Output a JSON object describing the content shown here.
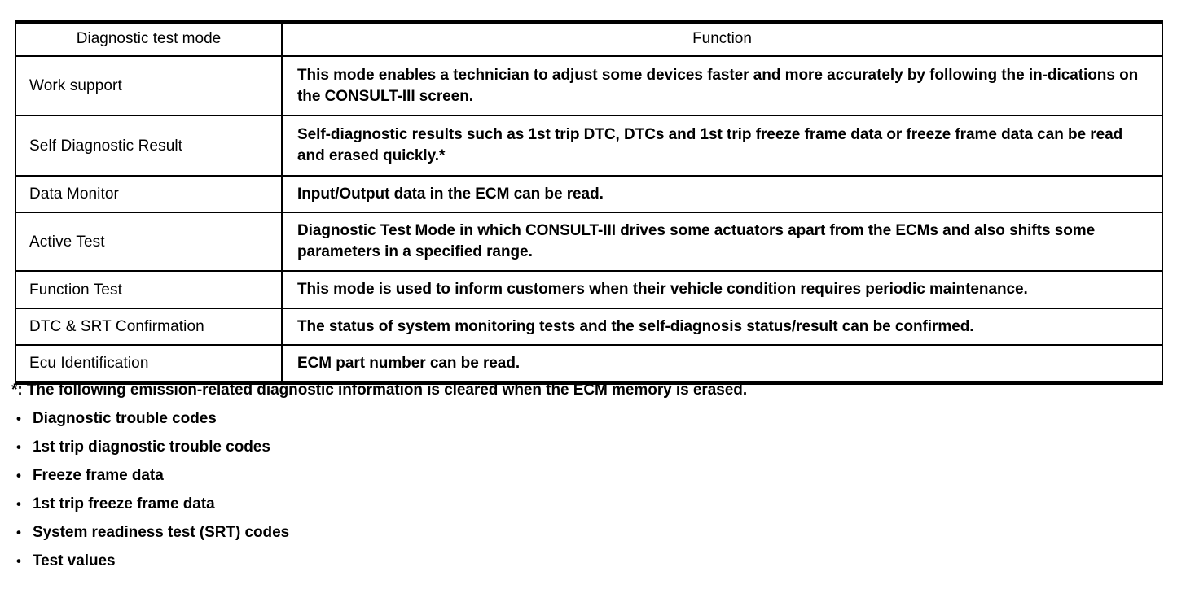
{
  "table": {
    "columns": [
      "Diagnostic test mode",
      "Function"
    ],
    "rows": [
      {
        "mode": "Work support",
        "function": "This mode enables a technician to adjust some devices faster and more accurately by following the in-dications on the CONSULT-III screen."
      },
      {
        "mode": "Self Diagnostic Result",
        "function": "Self-diagnostic results such as 1st trip DTC, DTCs and 1st trip freeze frame data or freeze frame data can be read and erased quickly.*"
      },
      {
        "mode": "Data Monitor",
        "function": "Input/Output data in the ECM can be read."
      },
      {
        "mode": "Active Test",
        "function": "Diagnostic Test Mode in which CONSULT-III drives some actuators apart from the ECMs and also shifts some parameters in a specified range."
      },
      {
        "mode": "Function Test",
        "function": "This mode is used to inform customers when their vehicle condition requires periodic maintenance."
      },
      {
        "mode": "DTC & SRT Confirmation",
        "function": "The status of system monitoring tests and the self-diagnosis status/result can be confirmed."
      },
      {
        "mode": "Ecu Identification",
        "function": "ECM part number can be read."
      }
    ]
  },
  "footnote": {
    "intro": "*: The following emission-related diagnostic information is cleared when the ECM memory is erased.",
    "bullet_glyph": "•",
    "items": [
      "Diagnostic trouble codes",
      "1st trip diagnostic trouble codes",
      "Freeze frame data",
      "1st trip freeze frame data",
      "System readiness test (SRT) codes",
      "Test values"
    ]
  },
  "colors": {
    "text": "#000000",
    "background": "#ffffff",
    "rule": "#000000"
  }
}
